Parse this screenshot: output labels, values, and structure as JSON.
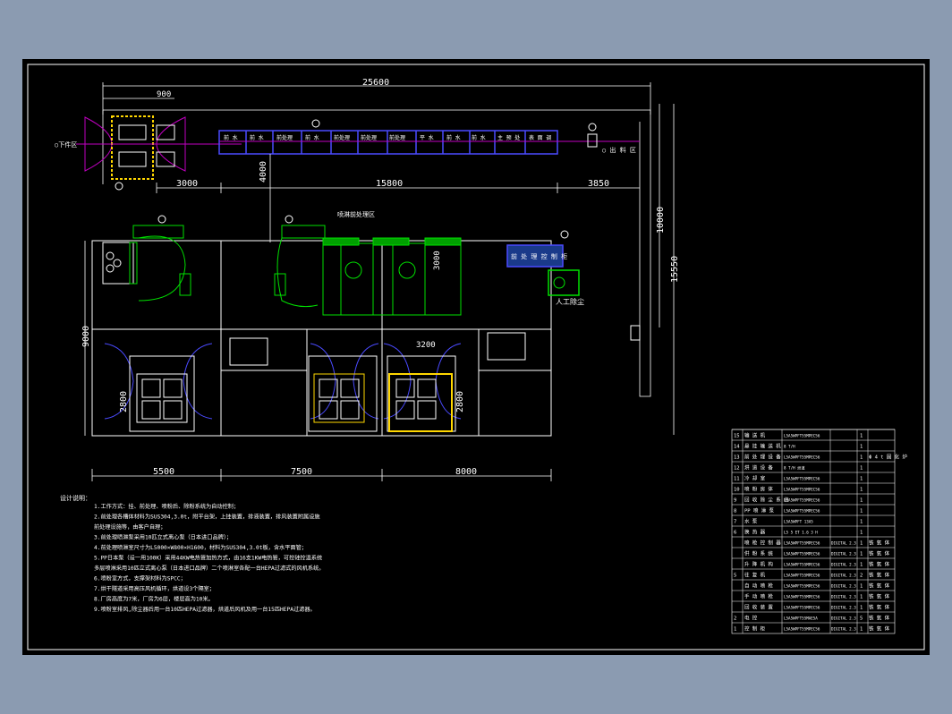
{
  "drawing": {
    "dimensions": {
      "total_width": "25600",
      "top_left": "900",
      "seg_left": "3000",
      "seg_mid": "15800",
      "seg_right": "3850",
      "vertical_4000": "4000",
      "right_10000": "10000",
      "right_15550": "15550",
      "left_9000": "9000",
      "room_2800_a": "2800",
      "room_2800_b": "2800",
      "mid_3000": "3000",
      "mid_3200": "3200",
      "bottom_a": "5500",
      "bottom_b": "7500",
      "bottom_c": "8000"
    },
    "labels": {
      "manual_cleaning": "人工除尘",
      "design_notes_title": "设计说明："
    },
    "design_notes": [
      "1.工作方式：挂、前处理、喷粉后、除粉系统为自动控制；",
      "2.前处理各槽体材料为SUS304,3.0t，附平台架，上挂装置，排液装置，排风装置附属设施",
      "  前处理设施等，由客户自理；",
      "3.前处理喷淋泵采用10匹立式离心泵（日本进口品牌）；",
      "4.前处理喷淋室尺寸为L5000×W800×H1600，材料为SUS304,3.0t板，含水平面管；",
      "5.PP日本泵（设一用100K）采用44KW电热管加热方式，由16支1KW电热管，可控硅控温系统",
      "  多层喷淋采用10匹立式离心泵（日本进口品牌）二个喷淋室各配一台HEPA过滤式的风机系统。",
      "6.喷粉室方式，支撑架材料为SPCC；",
      "7.烘干隧道采用高压风机循环，烘道设3个隔室；",
      "8.厂房高度为7米，厂房为6层，楼层高为10米。",
      "9.喷粉室排风,除尘器后用一台10匹HEPA过滤器，烘道后风机及用一台15匹HEPA过滤器。"
    ],
    "title_block": [
      {
        "no": "15",
        "name": "输 送 机",
        "spec": "L5A5WPFT55MPEC56",
        "qty": "1",
        "note": ""
      },
      {
        "no": "14",
        "name": "悬 挂 输 送 机",
        "spec": "8 T/H",
        "qty": "1",
        "note": ""
      },
      {
        "no": "13",
        "name": "前 处 理 设 备",
        "spec": "L5A5WPFT55MPEC56",
        "qty": "1",
        "note": "Φ 4 t 固 化 炉"
      },
      {
        "no": "12",
        "name": "烘 道 设 备",
        "spec": "8 T/H 烘道",
        "qty": "1",
        "note": ""
      },
      {
        "no": "11",
        "name": "冷 却 室",
        "spec": "L5A5WPFT55MPEC56",
        "qty": "1",
        "note": ""
      },
      {
        "no": "10",
        "name": "喷 粉 房 体",
        "spec": "L5A5WPFT55MPEC56",
        "qty": "1",
        "note": ""
      },
      {
        "no": "9",
        "name": "回 收 除 尘 系 统",
        "spec": "L5A5WPFT55MPEC56",
        "qty": "1",
        "note": ""
      },
      {
        "no": "8",
        "name": "PP 喷 淋 泵",
        "spec": "L5A5WPFT55MPEC56",
        "qty": "1",
        "note": ""
      },
      {
        "no": "7",
        "name": "水 泵",
        "spec": "L5A5WPFT 13A5",
        "qty": "1",
        "note": ""
      },
      {
        "no": "6",
        "name": "换 热 器",
        "spec": "L5 5 ET 1.6 3 H",
        "qty": "1",
        "note": ""
      },
      {
        "no": "",
        "name": "喷 枪 控 制 器",
        "spec": "L5A5WPFT55MPEC56",
        "qty": "1",
        "note": "铁 氧 体",
        "extra": "DIGITAL 2.3"
      },
      {
        "no": "",
        "name": "供 粉 系 统",
        "spec": "L5A5WPFT55MPEC56",
        "qty": "1",
        "note": "铁 氧 体",
        "extra": "DIGITAL 2.3"
      },
      {
        "no": "",
        "name": "升 降 机 构",
        "spec": "L5A5WPFT55MPEC56",
        "qty": "1",
        "note": "铁 氧 体",
        "extra": "DIGITAL 2.3"
      },
      {
        "no": "5",
        "name": "往 复 机",
        "spec": "L5A5WPFT55MPEC56",
        "qty": "2",
        "note": "铁 氧 体",
        "extra": "DIGITAL 2.3"
      },
      {
        "no": "",
        "name": "自 动 喷 枪",
        "spec": "L5A5WPFT55MPEC56",
        "qty": "1",
        "note": "铁 氧 体",
        "extra": "DIGITAL 2.3"
      },
      {
        "no": "",
        "name": "手 动 喷 枪",
        "spec": "L5A5WPFT55MPEC56",
        "qty": "1",
        "note": "铁 氧 体",
        "extra": "DIGITAL 2.3"
      },
      {
        "no": "",
        "name": "回 收 装 置",
        "spec": "L5A5WPFT55MPEC56",
        "qty": "1",
        "note": "铁 氧 体",
        "extra": "DIGITAL 2.3"
      },
      {
        "no": "2",
        "name": "电 控",
        "spec": "L5A5WPFT55MAE5A",
        "qty": "5",
        "note": "铁 氧 体",
        "extra": "DIGITAL 2.3"
      },
      {
        "no": "1",
        "name": "控 制 柜",
        "spec": "L5A5WPFT55MPEC56",
        "qty": "1",
        "note": "铁 氧 体",
        "extra": "DIGITAL 2.3"
      }
    ],
    "colors": {
      "sheet": "#000000",
      "background": "#8b9bb1",
      "outline": "#ffffff",
      "dimension": "#00c8c8",
      "conveyor": "#4a4aff",
      "equipment": "#00e000",
      "highlight": "#ffd700",
      "magenta": "#c000c0"
    }
  }
}
